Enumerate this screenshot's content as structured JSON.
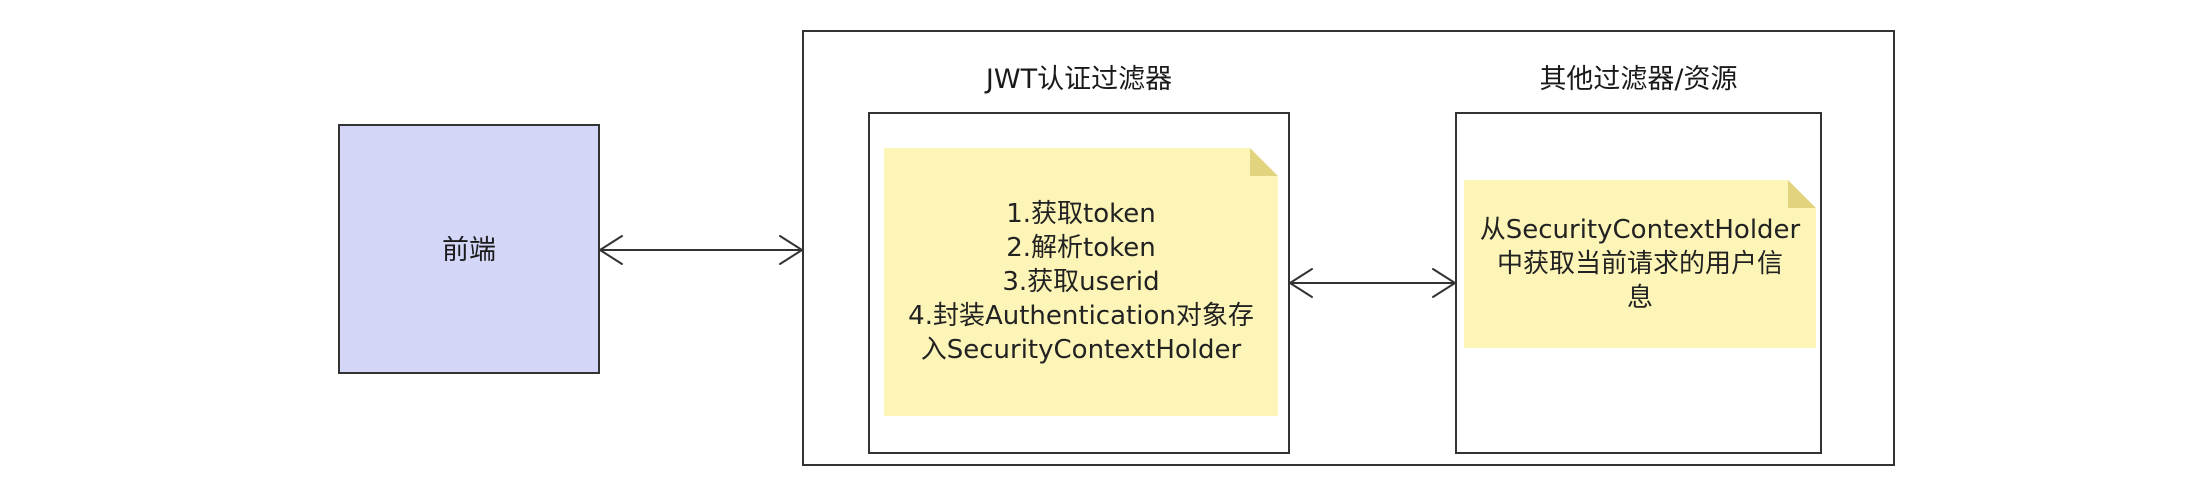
{
  "frontend": {
    "label": "前端"
  },
  "container": {
    "jwt_filter": {
      "title": "JWT认证过滤器",
      "steps": [
        "1.获取token",
        "2.解析token",
        "3.获取userid",
        "4.封装Authentication对象存",
        "入SecurityContextHolder"
      ]
    },
    "other_filters": {
      "title": "其他过滤器/资源",
      "note_lines": [
        "从SecurityContextHolder",
        "中获取当前请求的用户信",
        "息"
      ]
    }
  },
  "colors": {
    "frontend_fill": "#d4d6f8",
    "note_fill": "#fdf5b7",
    "note_fold": "#e2d37e",
    "stroke": "#333333"
  }
}
